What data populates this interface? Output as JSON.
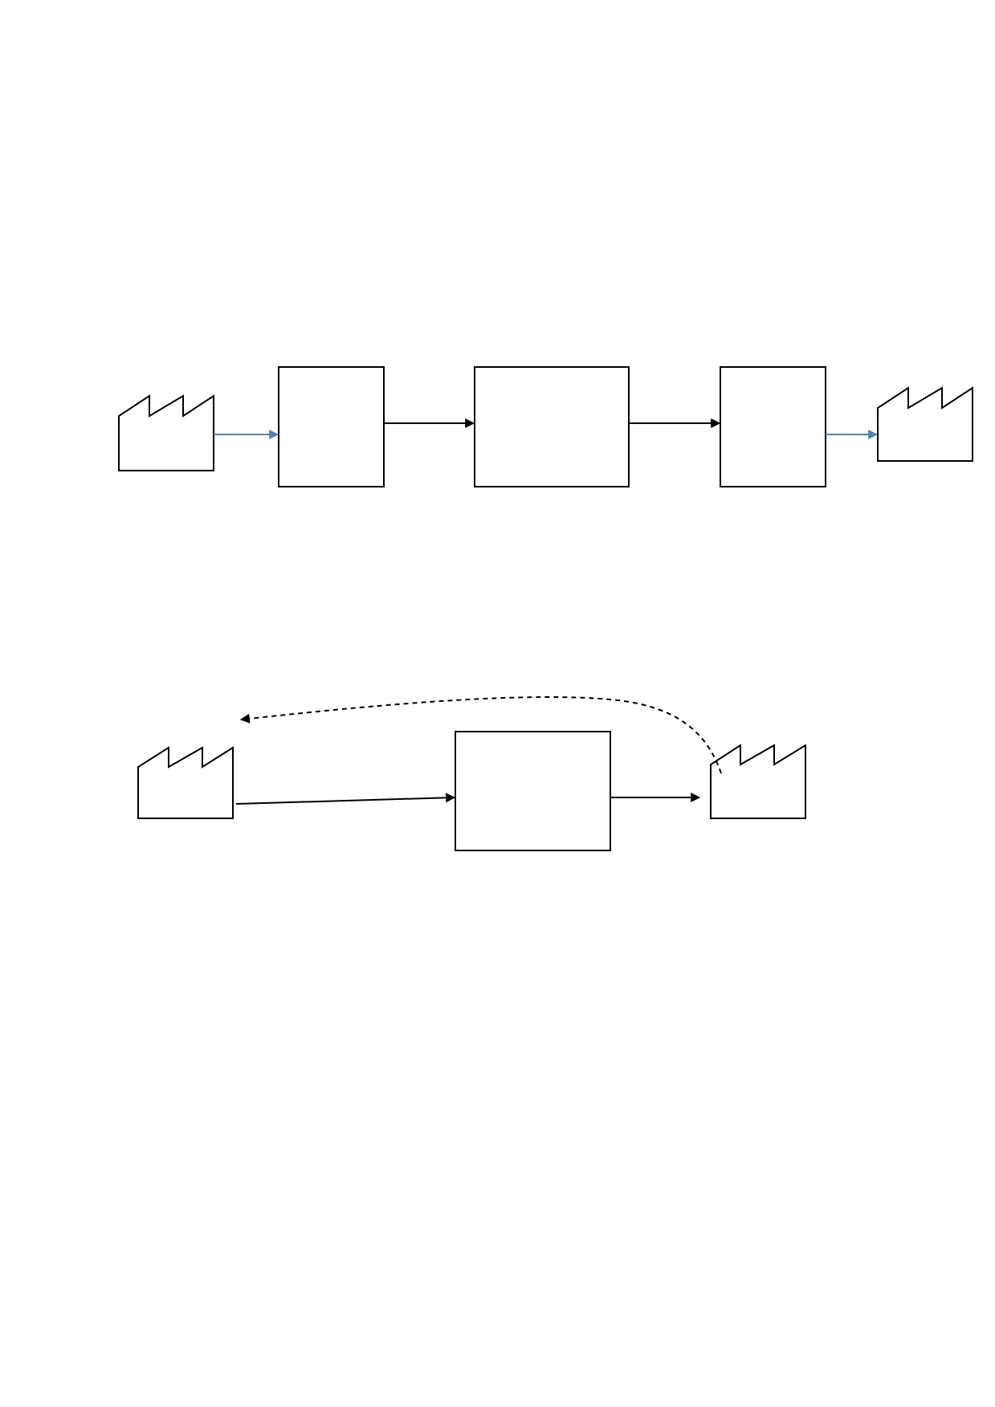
{
  "colors": {
    "background": "#ffffff",
    "outline": "#000000",
    "connector_black": "#000000",
    "connector_blue": "#4f81bd"
  },
  "diagram_top": {
    "nodes": [
      {
        "id": "factory-source-top",
        "kind": "factory-icon",
        "label": ""
      },
      {
        "id": "process-box-1",
        "kind": "box",
        "label": ""
      },
      {
        "id": "process-box-2",
        "kind": "box",
        "label": ""
      },
      {
        "id": "process-box-3",
        "kind": "box",
        "label": ""
      },
      {
        "id": "factory-target-top",
        "kind": "factory-icon",
        "label": ""
      }
    ],
    "edges": [
      {
        "from": "factory-source-top",
        "to": "process-box-1",
        "style": "solid",
        "color": "#4f81bd"
      },
      {
        "from": "process-box-1",
        "to": "process-box-2",
        "style": "solid",
        "color": "#000000"
      },
      {
        "from": "process-box-2",
        "to": "process-box-3",
        "style": "solid",
        "color": "#000000"
      },
      {
        "from": "process-box-3",
        "to": "factory-target-top",
        "style": "solid",
        "color": "#4f81bd"
      }
    ]
  },
  "diagram_bottom": {
    "nodes": [
      {
        "id": "factory-source-bottom",
        "kind": "factory-icon",
        "label": ""
      },
      {
        "id": "process-box-center",
        "kind": "box",
        "label": ""
      },
      {
        "id": "factory-target-bottom",
        "kind": "factory-icon",
        "label": ""
      }
    ],
    "edges": [
      {
        "from": "factory-source-bottom",
        "to": "process-box-center",
        "style": "solid",
        "color": "#000000"
      },
      {
        "from": "process-box-center",
        "to": "factory-target-bottom",
        "style": "solid",
        "color": "#000000"
      },
      {
        "from": "factory-target-bottom",
        "to": "factory-source-bottom",
        "style": "dashed",
        "color": "#000000"
      }
    ]
  }
}
